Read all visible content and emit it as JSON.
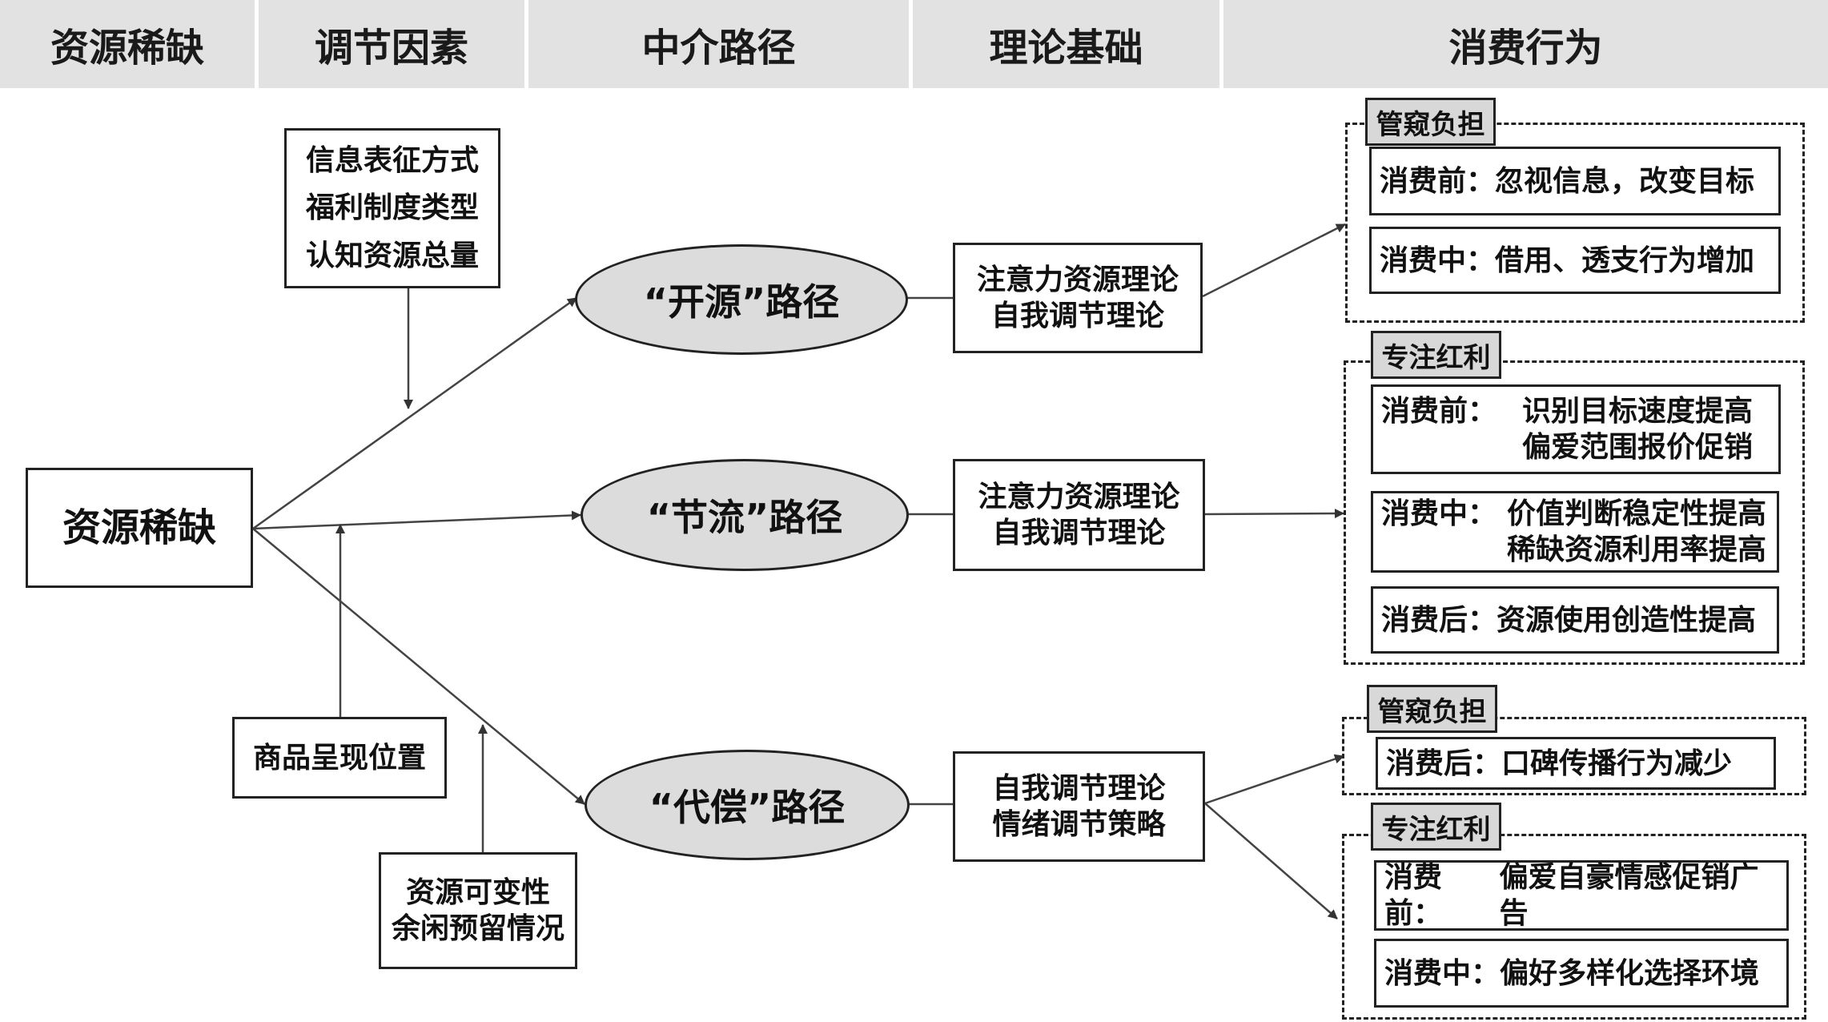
{
  "headers": [
    "资源稀缺",
    "调节因素",
    "中介路径",
    "理论基础",
    "消费行为"
  ],
  "source": "资源稀缺",
  "moderators": {
    "top": [
      "信息表征方式",
      "福利制度类型",
      "认知资源总量"
    ],
    "middle": [
      "商品呈现位置"
    ],
    "bottom": [
      "资源可变性",
      "余闲预留情况"
    ]
  },
  "paths": [
    "“开源”路径",
    "“节流”路径",
    "“代偿”路径"
  ],
  "theories": [
    [
      "注意力资源理论",
      "自我调节理论"
    ],
    [
      "注意力资源理论",
      "自我调节理论"
    ],
    [
      "自我调节理论",
      "情绪调节策略"
    ]
  ],
  "groups": [
    {
      "tag": "管窥负担",
      "items": [
        {
          "stage": "消费前：",
          "lines": [
            "忽视信息，改变目标"
          ]
        },
        {
          "stage": "消费中：",
          "lines": [
            "借用、透支行为增加"
          ]
        }
      ]
    },
    {
      "tag": "专注红利",
      "items": [
        {
          "stage": "消费前：",
          "lines": [
            "识别目标速度提高",
            "偏爱范围报价促销"
          ]
        },
        {
          "stage": "消费中：",
          "lines": [
            "价值判断稳定性提高",
            "稀缺资源利用率提高"
          ]
        },
        {
          "stage": "消费后：",
          "lines": [
            "资源使用创造性提高"
          ]
        }
      ]
    },
    {
      "tag": "管窥负担",
      "items": [
        {
          "stage": "消费后：",
          "lines": [
            "口碑传播行为减少"
          ]
        }
      ]
    },
    {
      "tag": "专注红利",
      "items": [
        {
          "stage": "消费前：",
          "lines": [
            "偏爱自豪情感促销广告"
          ]
        },
        {
          "stage": "消费中：",
          "lines": [
            "偏好多样化选择环境"
          ]
        }
      ]
    }
  ]
}
